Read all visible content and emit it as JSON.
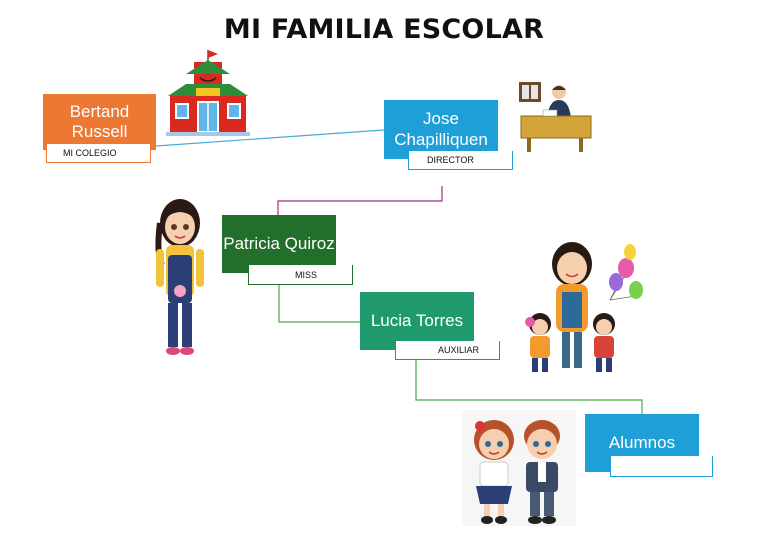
{
  "title": "MI FAMILIA ESCOLAR",
  "colors": {
    "orange": "#ec7834",
    "blue": "#1e9fd8",
    "dark_green": "#216f2b",
    "teal_green": "#1f9a6c",
    "line_blue": "#49a9d8",
    "line_purple": "#9a2f84",
    "line_green": "#4caa47"
  },
  "nodes": {
    "colegio": {
      "name": "Bertand Russell",
      "role": "MI COLEGIO"
    },
    "director": {
      "name": "Jose Chapilliquen",
      "role": "DIRECTOR"
    },
    "miss": {
      "name": "Patricia Quiroz",
      "role": "MISS"
    },
    "auxiliar": {
      "name": "Lucia Torres",
      "role": "AUXILIAR"
    },
    "alumnos": {
      "name": "Alumnos",
      "role": ""
    }
  },
  "images": [
    "school-building",
    "director-at-desk",
    "teacher-girl",
    "teacher-with-children-balloons",
    "two-students"
  ]
}
